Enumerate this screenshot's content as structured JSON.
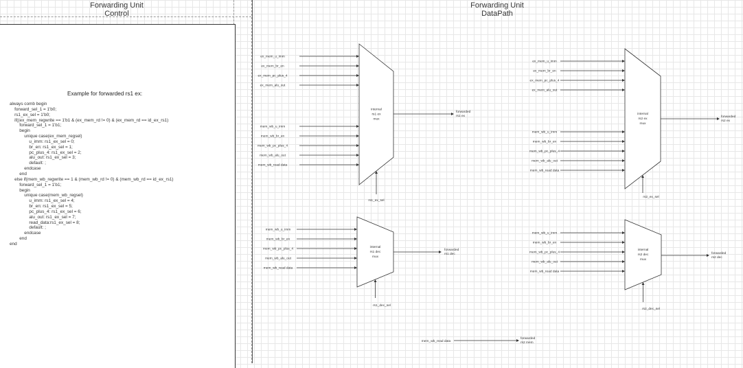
{
  "control": {
    "title_line1": "Forwarding Unit",
    "title_line2": "Control",
    "heading": "Example for forwarded  rs1 ex:",
    "code_lines": [
      "always comb begin",
      "    forward_sel_1 = 1'b0;",
      "    rs1_ex_sel = 1'b0;",
      "    if((ex_mem_regwrite == 1'b1 & (ex_mem_rd != 0) & (ex_mem_rd == id_ex_rs1)",
      "        forward_sel_1 = 1'b1;",
      "        begin",
      "            unique case(ex_mem_regsel)",
      "                u_imm: rs1_ex_sel = 0;",
      "                br_en: rs1_ex_sel = 1;",
      "                pc_plus_4: rs1_ex_sel = 2;",
      "                alu_out: rs1_ex_sel = 3;",
      "                default: ;",
      "            endcase",
      "        end",
      "    else if(mem_wb_regwrite == 1 & (mem_wb_rd != 0) & (mem_wb_rd == id_ex_rs1)",
      "        forward_sel_1 = 1'b1;",
      "        begin",
      "            unique case(mem_wb_regsel)",
      "                u_imm: rs1_ex_sel = 4;",
      "                br_en: rs1_ex_sel = 5;",
      "                pc_plus_4: rs1_ex_sel = 6;",
      "                alu_out: rs1_ex_sel = 7;",
      "                read_data:rs1_ex_sel = 8;",
      "                default: ;",
      "            endcase",
      "        end",
      "end"
    ]
  },
  "datapath": {
    "title_line1": "Forwarding Unit",
    "title_line2": "DataPath",
    "muxes": [
      {
        "id": "rs1-ex",
        "label": [
          "internal",
          "rs1 ex",
          "mux"
        ],
        "inputs": [
          "ex_mem_u_imm",
          "ex_mem_br_en",
          "ex_mem_pc_plus_4",
          "ex_mem_alu_out",
          "mem_wb_u_imm",
          "mem_wb_br_en",
          "mem_wb_pc_plus_4",
          "mem_wb_alu_out",
          "mem_wb_read data"
        ],
        "output": [
          "forwarded",
          "rs1 ex"
        ],
        "select": "rs1_ex_sel"
      },
      {
        "id": "rs2-ex",
        "label": [
          "internal",
          "rs2 ex",
          "mux"
        ],
        "inputs": [
          "ex_mem_u_imm",
          "ex_mem_br_en",
          "ex_mem_pc_plus_4",
          "ex_mem_alu_out",
          "mem_wb_u_imm",
          "mem_wb_br_en",
          "mem_wb_pc_plus_4",
          "mem_wb_alu_out",
          "mem_wb_read data"
        ],
        "output": [
          "forwarded",
          "rs2 ex"
        ],
        "select": "rs2_ex_sel"
      },
      {
        "id": "rs1-dec",
        "label": [
          "internal",
          "rs1 dec",
          "mux"
        ],
        "inputs": [
          "mem_wb_u_imm",
          "mem_wb_br_en",
          "mem_wb_pc_plus_4",
          "mem_wb_alu_out",
          "mem_wb_read data"
        ],
        "output": [
          "forwarded",
          "rs1 dec"
        ],
        "select": "rs1_dec_sel"
      },
      {
        "id": "rs2-dec",
        "label": [
          "internal",
          "rs2 dec",
          "mux"
        ],
        "inputs": [
          "mem_wb_u_imm",
          "mem_wb_br_en",
          "mem_wb_pc_plus_4",
          "mem_wb_alu_out",
          "mem_wb_read data"
        ],
        "output": [
          "forwarded",
          "rs2 dec"
        ],
        "select": "rs2_dec_sel"
      }
    ],
    "passthrough": {
      "input": "mem_wb_read data",
      "output": [
        "forwarded",
        "rs2 mem"
      ]
    }
  }
}
